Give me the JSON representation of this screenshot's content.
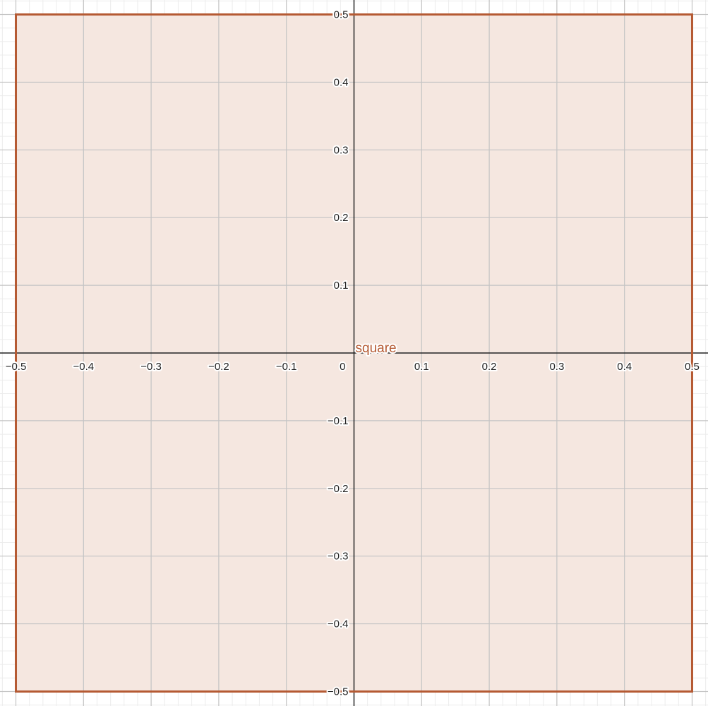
{
  "chart_data": {
    "type": "area",
    "xlim": [
      -0.5235,
      0.5235
    ],
    "ylim": [
      -0.5214,
      0.5214
    ],
    "major_step": 0.1,
    "minor_step": 0.02,
    "grid": true,
    "x_ticks": [
      {
        "value": -0.5,
        "label": "−0.5"
      },
      {
        "value": -0.4,
        "label": "−0.4"
      },
      {
        "value": -0.3,
        "label": "−0.3"
      },
      {
        "value": -0.2,
        "label": "−0.2"
      },
      {
        "value": -0.1,
        "label": "−0.1"
      },
      {
        "value": 0.1,
        "label": "0.1"
      },
      {
        "value": 0.2,
        "label": "0.2"
      },
      {
        "value": 0.3,
        "label": "0.3"
      },
      {
        "value": 0.4,
        "label": "0.4"
      },
      {
        "value": 0.5,
        "label": "0.5"
      }
    ],
    "y_ticks": [
      {
        "value": 0.5,
        "label": "0.5"
      },
      {
        "value": 0.4,
        "label": "0.4"
      },
      {
        "value": 0.3,
        "label": "0.3"
      },
      {
        "value": 0.2,
        "label": "0.2"
      },
      {
        "value": 0.1,
        "label": "0.1"
      },
      {
        "value": -0.1,
        "label": "−0.1"
      },
      {
        "value": -0.2,
        "label": "−0.2"
      },
      {
        "value": -0.3,
        "label": "−0.3"
      },
      {
        "value": -0.4,
        "label": "−0.4"
      },
      {
        "value": -0.5,
        "label": "−0.5"
      }
    ],
    "origin_label": "0",
    "series": [
      {
        "name": "square",
        "color": "#b55a33",
        "fill_color": "#f5e7e0",
        "points": [
          [
            -0.5,
            -0.5
          ],
          [
            0.5,
            -0.5
          ],
          [
            0.5,
            0.5
          ],
          [
            -0.5,
            0.5
          ]
        ]
      }
    ],
    "colors": {
      "minor_grid": "#ececec",
      "major_grid": "#c4c4c4",
      "axis": "#222222"
    }
  }
}
